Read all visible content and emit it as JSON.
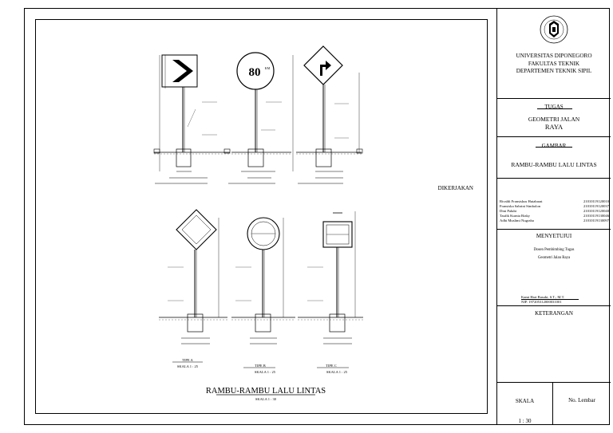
{
  "title_block": {
    "university": "UNIVERSITAS DIPONEGORO",
    "faculty": "FAKULTAS TEKNIK",
    "department": "DEPARTEMEN TEKNIK SIPIL",
    "tugas_label": "TUGAS",
    "course_line1": "GEOMETRI JALAN",
    "course_line2": "RAYA",
    "gambar_label": "GAMBAR",
    "drawing_title": "RAMBU-RAMBU LALU LINTAS",
    "dikerjakan_label": "DIKERJAKAN",
    "team": [
      {
        "name": "Rivaldi Fransiskus Hutabarat",
        "nim": "21010119120010"
      },
      {
        "name": "Fransiska Sabrini Simbolon",
        "nim": "21010119120037"
      },
      {
        "name": "Dini Palubi",
        "nim": "21010119120040"
      },
      {
        "name": "Taufik Kurnia Rizky",
        "nim": "21010119130046"
      },
      {
        "name": "Adhi Muslimi Nugraha",
        "nim": "21010119130097"
      }
    ],
    "menyetujui_label": "MENYETUJUI",
    "supervisor_role1": "Dosen Pembimbing Tugas",
    "supervisor_role2": "Geometri Jalan Raya",
    "supervisor_name": "Kami Hari Basuki, S.T., M.T.",
    "supervisor_nip": "NIP. 197205312000031001",
    "keterangan_label": "KETERANGAN",
    "skala_label": "SKALA",
    "skala_value": "1 : 30",
    "no_lembar_label": "No. Lembar"
  },
  "drawing": {
    "speed_sign_text": "80",
    "speed_sign_unit": "KM",
    "types": [
      {
        "label": "TIPE A",
        "scale": "SKALA 1 : 25"
      },
      {
        "label": "TIPE B",
        "scale": "SKALA 1 : 25"
      },
      {
        "label": "TIPE C",
        "scale": "SKALA 1 : 25"
      }
    ],
    "main_title": "RAMBU-RAMBU LALU LINTAS",
    "main_scale": "SKALA 1 : 30"
  }
}
